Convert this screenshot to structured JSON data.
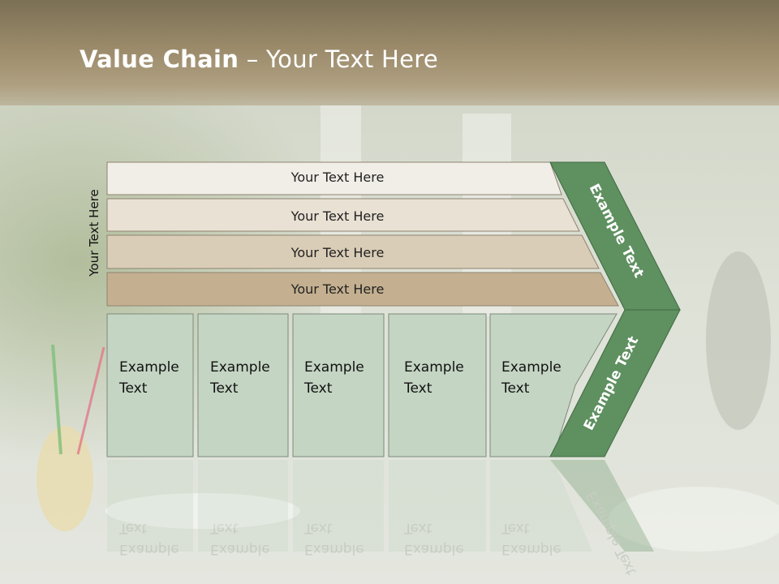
{
  "slide": {
    "title_bold": "Value Chain",
    "title_rest": " – Your Text Here",
    "side_label": "Your Text Here"
  },
  "bars": [
    {
      "label": "Your Text Here",
      "fill": "#f1eee7"
    },
    {
      "label": "Your Text Here",
      "fill": "#e8e1d4"
    },
    {
      "label": "Your Text Here",
      "fill": "#dacdb7"
    },
    {
      "label": "Your Text Here",
      "fill": "#c4b090"
    }
  ],
  "boxes": [
    {
      "line1": "Example",
      "line2": "Text"
    },
    {
      "line1": "Example",
      "line2": "Text"
    },
    {
      "line1": "Example",
      "line2": "Text"
    },
    {
      "line1": "Example",
      "line2": "Text"
    },
    {
      "line1": "Example",
      "line2": "Text"
    }
  ],
  "chevron": {
    "top_label": "Example Text",
    "bottom_label": "Example Text",
    "color": "#5f9060"
  },
  "colors": {
    "box_fill": "#c4d5c3",
    "header": "#8c7d5f"
  }
}
